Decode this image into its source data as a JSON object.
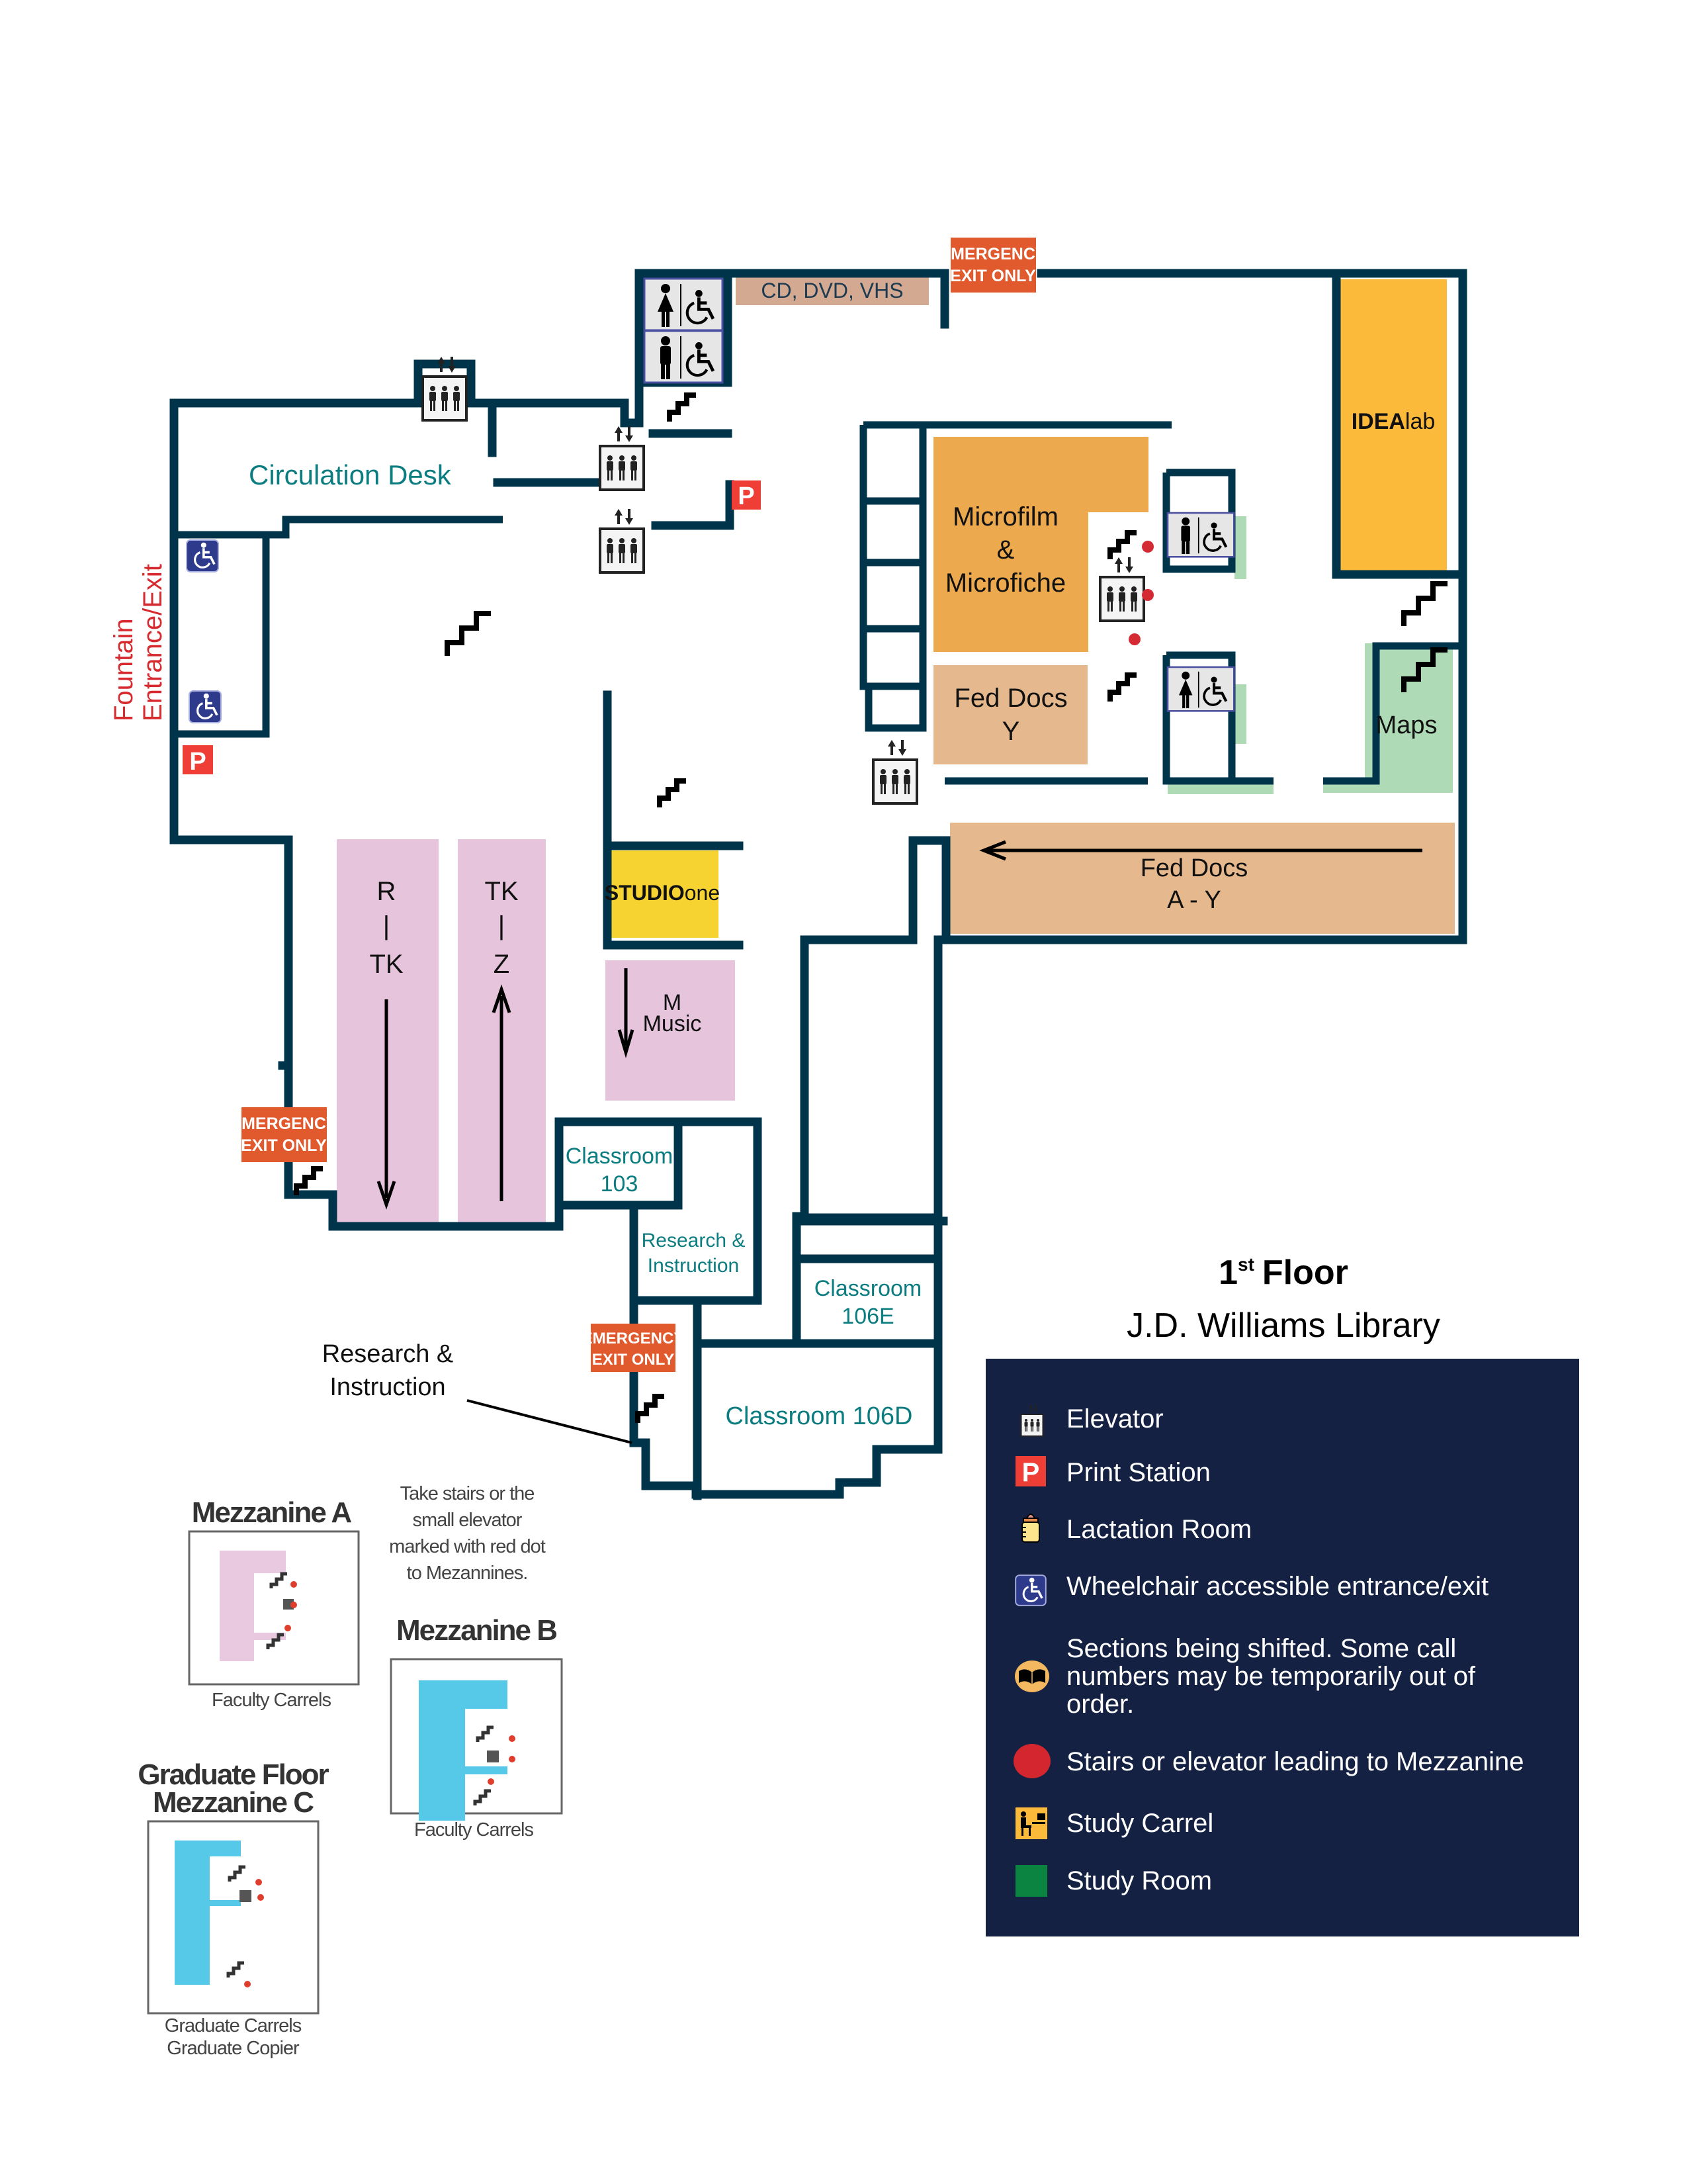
{
  "title": {
    "floor_number": "1",
    "floor_suffix": "st",
    "floor_word": "Floor",
    "library": "J.D. Williams Library"
  },
  "colors": {
    "wall": "#00344b",
    "teal_label": "#0b7d80",
    "emergency": "#e05a2d",
    "print_red": "#ef3e36",
    "wheelchair_blue": "#2e3a8c",
    "stacks_pink": "#e6c4dc",
    "idealab_yellow": "#fbba3a",
    "studio_yellow": "#f7d332",
    "microfilm_orange": "#eda94e",
    "fed_docs_tan": "#e5b98d",
    "cd_tan": "#d4a992",
    "study_room_green": "#afdab6",
    "legend_bg": "#142142",
    "mezz_red_dot": "#e03e2d",
    "mezz_blue": "#56c8e8"
  },
  "map": {
    "entrance_line1": "Fountain",
    "entrance_line2": "Entrance/Exit",
    "circulation_desk": "Circulation Desk",
    "cd_dvd_vhs": "CD, DVD, VHS",
    "emergency_line1": "EMERGENCY",
    "emergency_line2": "EXIT ONLY",
    "idealab_bold": "IDEA",
    "idealab_light": "lab",
    "microfilm_line1": "Microfilm",
    "microfilm_line2": "&",
    "microfilm_line3": "Microfiche",
    "fed_docs_y_line1": "Fed Docs",
    "fed_docs_y_line2": "Y",
    "maps": "Maps",
    "fed_docs_ay_line1": "Fed Docs",
    "fed_docs_ay_line2": "A - Y",
    "studio_bold": "STUDIO",
    "studio_light": "one",
    "music_line1": "M",
    "music_line2": "Music",
    "stack1_top": "R",
    "stack1_sep": "|",
    "stack1_bottom": "TK",
    "stack2_top": "TK",
    "stack2_sep": "|",
    "stack2_bottom": "Z",
    "classroom_103_line1": "Classroom",
    "classroom_103_line2": "103",
    "research_room_line1": "Research &",
    "research_room_line2": "Instruction",
    "classroom_106e_line1": "Classroom",
    "classroom_106e_line2": "106E",
    "classroom_106d": "Classroom 106D",
    "research_callout_line1": "Research &",
    "research_callout_line2": "Instruction",
    "print_letter": "P"
  },
  "legend": {
    "items": [
      {
        "icon": "elevator-icon",
        "label": "Elevator"
      },
      {
        "icon": "print-station-icon",
        "label": "Print Station"
      },
      {
        "icon": "baby-bottle-icon",
        "label": "Lactation Room"
      },
      {
        "icon": "wheelchair-icon",
        "label": "Wheelchair accessible entrance/exit"
      },
      {
        "icon": "open-book-icon",
        "label_lines": [
          "Sections being shifted.  Some call",
          "numbers may be temporarily out of",
          "order."
        ]
      },
      {
        "icon": "red-dot-icon",
        "label": "Stairs or elevator leading to Mezzanine"
      },
      {
        "icon": "study-carrel-icon",
        "label": "Study Carrel"
      },
      {
        "icon": "study-room-icon",
        "label": "Study Room"
      }
    ]
  },
  "mezzanines": {
    "note_lines": [
      "Take stairs or the",
      "small elevator",
      "marked with red dot",
      "to Mezannines."
    ],
    "a": {
      "title": "Mezzanine A",
      "caption_lines": [
        "Faculty Carrels"
      ]
    },
    "b": {
      "title": "Mezzanine B",
      "caption_lines": [
        "Faculty Carrels"
      ]
    },
    "c": {
      "title_lines": [
        "Graduate Floor",
        "Mezzanine C"
      ],
      "caption_lines": [
        "Graduate Carrels",
        "Graduate Copier"
      ]
    }
  }
}
